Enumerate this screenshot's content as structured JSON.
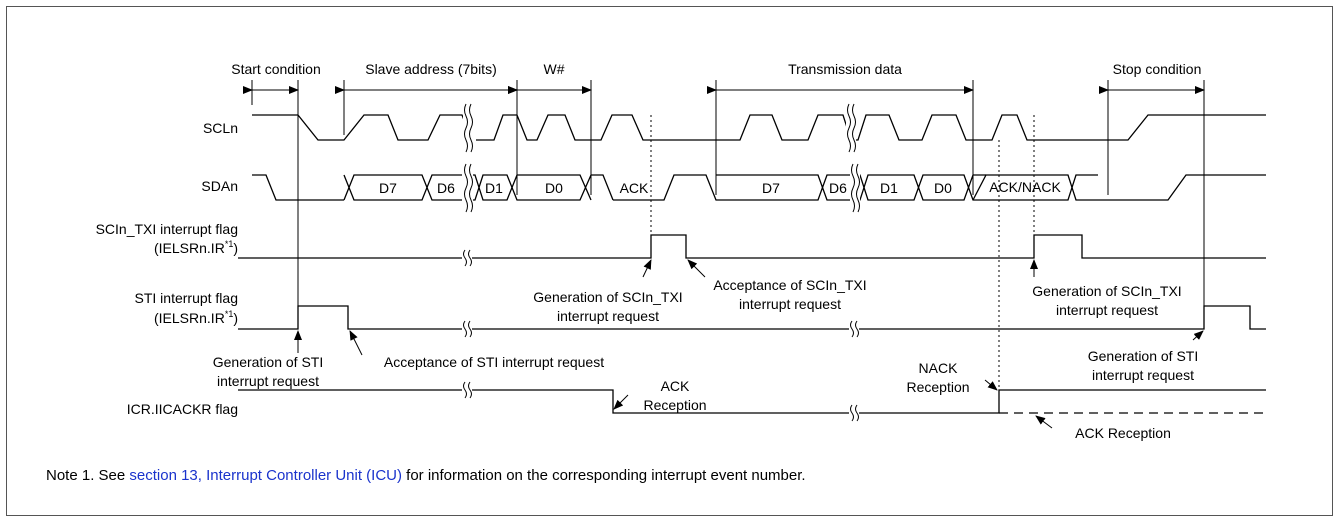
{
  "section_labels": {
    "start": "Start condition",
    "slave_address": "Slave address (7bits)",
    "write": "W#",
    "transmission": "Transmission data",
    "stop": "Stop condition"
  },
  "signals": {
    "scl": "SCLn",
    "sda": "SDAn",
    "txi_flag_line1": "SCIn_TXI interrupt flag",
    "txi_flag_line2_prefix": "(IELSRn.IR",
    "txi_flag_sup": "*1",
    "txi_flag_line2_suffix": ")",
    "sti_flag_line1": "STI interrupt flag",
    "sti_flag_line2_prefix": "(IELSRn.IR",
    "sti_flag_sup": "*1",
    "sti_flag_line2_suffix": ")",
    "ackr_flag": "ICR.IICACKR flag"
  },
  "data_bits": {
    "first_byte": [
      "D7",
      "D6",
      "D1",
      "D0"
    ],
    "ack": "ACK",
    "second_byte": [
      "D7",
      "D6",
      "D1",
      "D0"
    ],
    "ack_nack": "ACK/NACK"
  },
  "annotations": {
    "gen_txi_1_line1": "Generation of SCIn_TXI",
    "gen_txi_1_line2": "interrupt request",
    "acc_txi_line1": "Acceptance of SCIn_TXI",
    "acc_txi_line2": "interrupt request",
    "gen_txi_2_line1": "Generation of SCIn_TXI",
    "gen_txi_2_line2": "interrupt request",
    "gen_sti_1_line1": "Generation of STI",
    "gen_sti_1_line2": "interrupt request",
    "acc_sti": "Acceptance of STI interrupt request",
    "gen_sti_2_line1": "Generation of STI",
    "gen_sti_2_line2": "interrupt request",
    "ack_rx_line1": "ACK",
    "ack_rx_line2": "Reception",
    "nack_rx_line1": "NACK",
    "nack_rx_line2": "Reception",
    "ack_rx_dashed": "ACK Reception"
  },
  "note": {
    "prefix": "Note 1.   See ",
    "link": "section 13, Interrupt Controller Unit (ICU)",
    "suffix": " for information on the corresponding interrupt event number."
  }
}
